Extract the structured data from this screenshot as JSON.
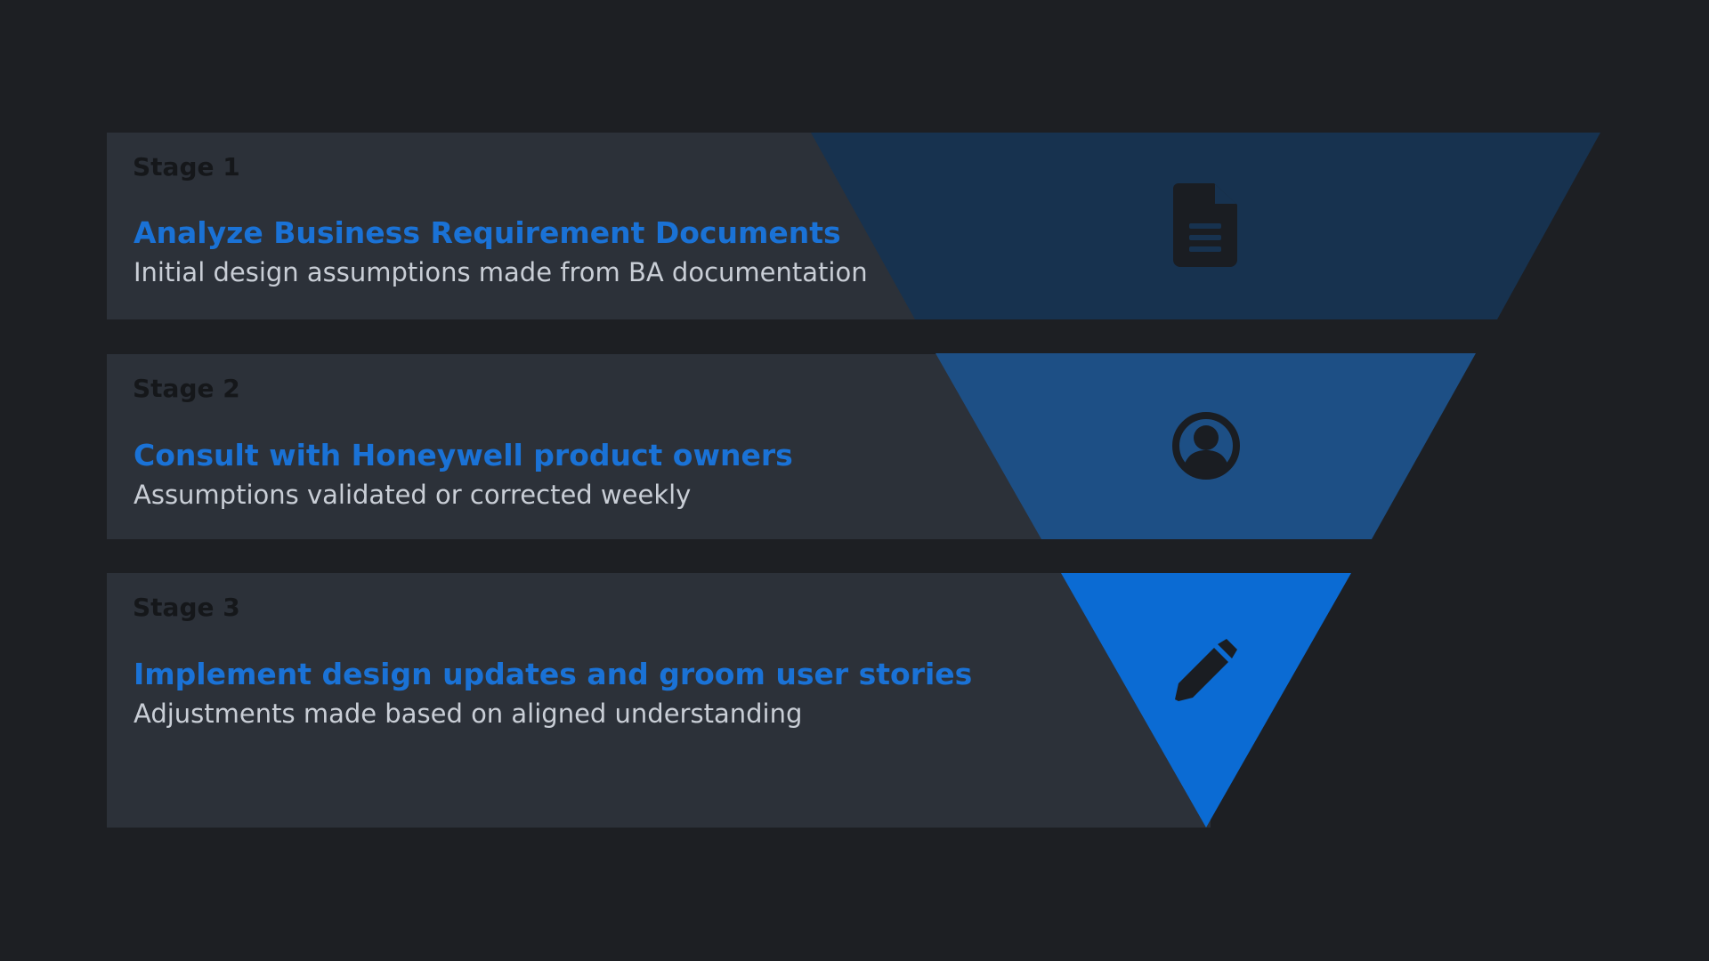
{
  "colors": {
    "background": "#1d1f23",
    "panel": "#2c3139",
    "stage_label": "#15171a",
    "title": "#1a72d6",
    "description": "#c9ced6",
    "icon": "#1a1d22"
  },
  "stages": [
    {
      "label": "Stage 1",
      "title": "Analyze Business Requirement Documents",
      "description": "Initial design assumptions made from BA documentation",
      "icon": "document-icon",
      "funnel_color": "#17324f"
    },
    {
      "label": "Stage 2",
      "title": "Consult with Honeywell product owners",
      "description": "Assumptions validated or corrected weekly",
      "icon": "user-circle-icon",
      "funnel_color": "#1d4f85"
    },
    {
      "label": "Stage 3",
      "title": "Implement design updates and groom user stories",
      "description": "Adjustments made based on aligned understanding",
      "icon": "pencil-icon",
      "funnel_color": "#0b6bd3"
    }
  ]
}
